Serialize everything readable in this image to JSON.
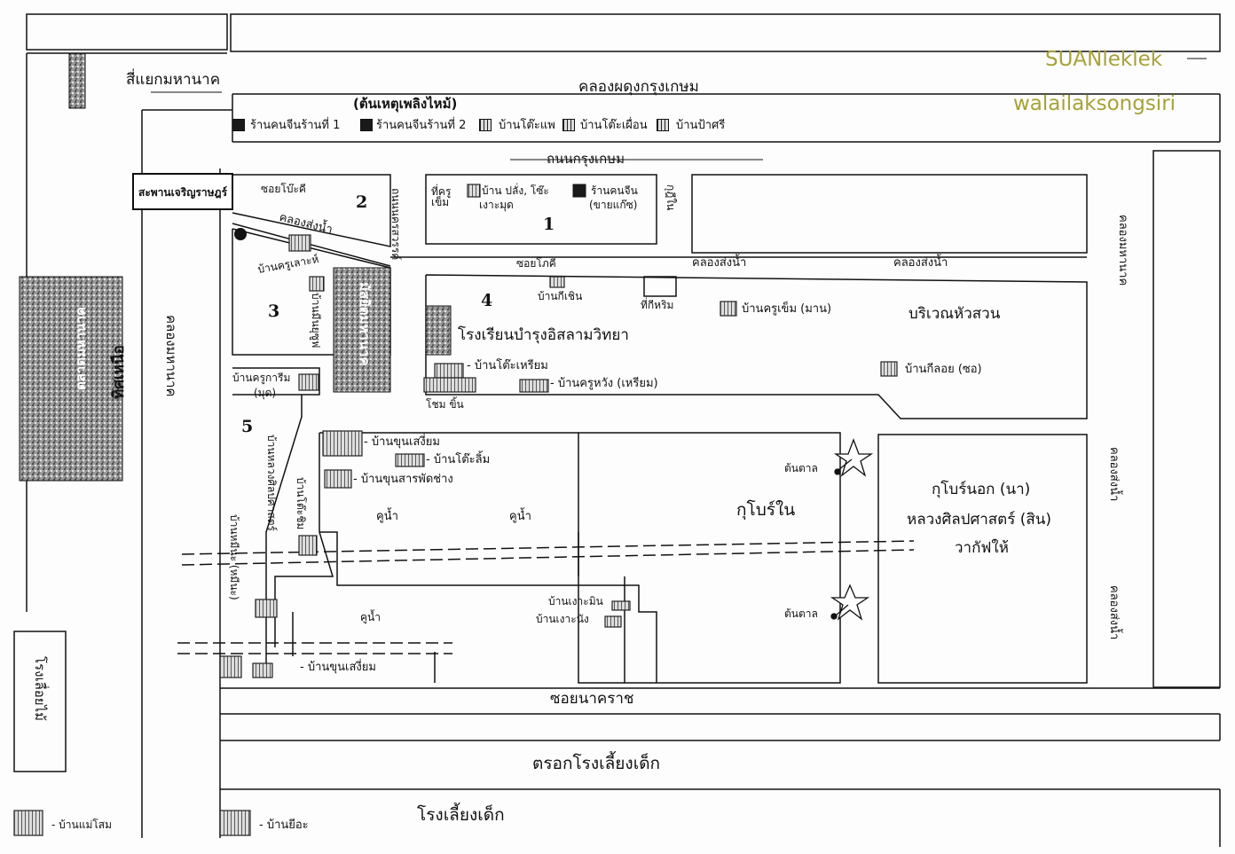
{
  "watermark": {
    "line1": "SUANleklek",
    "line2": "walailaksongsiri"
  },
  "roads": {
    "top_intersection": "สี่แยกมหานาค",
    "canal_phadung": "คลองผดุงกรุงเกษม",
    "fire_origin": "(ต้นเหตุเพลิงไหม้)",
    "krung_kasem_road": "ถนนกรุงเกษม",
    "bridge": "สะพานเจริญราษฎร์",
    "soi_bokhi_1": "ซอยโบ๊ะคี",
    "soi_bokhi_2": "ซอยโภคี",
    "klong_songnam_1": "คลองส่งน้ำ",
    "klong_songnam_2": "คลองส่งน้ำ",
    "klong_songnam_3": "คลองส่งน้ำ",
    "klong_songnam_right_1": "คลองส่งน้ำ",
    "klong_songnam_right_2": "คลองส่งน้ำ",
    "klong_mahanak_left": "คลองมหานาค",
    "klong_mahanak_right": "คลองมหานาค",
    "soi_nakharat": "ซอยนาคราช",
    "trok_orphanage": "ตรอกโรงเลี้ยงเด็ก",
    "orphanage": "โรงเลี้ยงเด็ก",
    "nakhon_rd": "ถนนนครสวรรค์",
    "mahanak_market": "ตลาดมหานาค",
    "north_side": "ทิศเหนือ",
    "rong_len_dai": "โรงเลื่อยไม้"
  },
  "legend": [
    {
      "label": "ร้านคนจีนร้านที่ 1",
      "fill": "#1a1a1a"
    },
    {
      "label": "ร้านคนจีนร้านที่ 2",
      "fill": "#1a1a1a"
    },
    {
      "label": "บ้านโต๊ะแพ",
      "fill": "hatch"
    },
    {
      "label": "บ้านโต๊ะเผื่อน",
      "fill": "hatch"
    },
    {
      "label": "บ้านป้าศรี",
      "fill": "hatch"
    }
  ],
  "zones": {
    "z1": "1",
    "z2": "2",
    "z3": "3",
    "z4": "4",
    "z5": "5"
  },
  "places": {
    "thi_khru_chem": "ที่ครู เข็ม",
    "ban_pleng": "บ้าน ปลั่ง, โซ๊ะ",
    "ban_pleng_2": "เงาะมุด",
    "chinese_shop": "ร้านคนจีน",
    "chinese_shop_2": "(ขายแก๊ซ)",
    "kudi_nai": "กุฎีใน",
    "ban_khru_lao": "บ้านครูเลาะห์",
    "ban_min_yusuf": "บ้านมีนยุซูฟ",
    "mosque": "มัสยิดมหานาค",
    "ban_khi_chuen": "บ้านกีเชิน",
    "thi_ki_rim": "ที่กีหริม",
    "school": "โรงเรียนบำรุงอิสลามวิทยา",
    "ban_khru_chem_man": "บ้านครูเข็ม (มาน)",
    "hua_suan": "บริเวณหัวสวน",
    "ban_to_riam": "- บ้านโต๊ะเหรียม",
    "ban_khru_wang": "- บ้านครูหวัง (เหรียม)",
    "chom_khin": "โชม  ขิ้น",
    "ban_ki_loi": "บ้านกีลอย (ซอ)",
    "ban_khru_karim": "บ้านครูการีม",
    "ban_khru_karim_2": "(มุด)",
    "ban_khun_seng_iam": "- บ้านขุนเสงี่ยม",
    "ban_to_lim": "- บ้านโต๊ะลิ้ม",
    "ban_khun_san": "- บ้านขุนสารพัดช่าง",
    "kunam_1": "คูน้ำ",
    "kunam_2": "คูน้ำ",
    "kunam_3": "คูน้ำ",
    "kudi_bo_nai": "กุโบร์ใน",
    "ton_tan_1": "ต้นตาล",
    "ton_tan_2": "ต้นตาล",
    "kubo_nok_1": "กุโบร์นอก (นา)",
    "kubo_nok_2": "หลวงศิลปศาสตร์ (สิน)",
    "kubo_nok_3": "วากัฟให้",
    "ban_luang_sin": "บ้านหลวงศิลปศาสตร์",
    "ban_to_chim": "บ้านโต๊ะชิม",
    "ban_mae_phan": "บ้านหมีนะ (หมีนะ)",
    "ban_ngao_min": "บ้านเงาะมิน",
    "ban_ngao_nang": "บ้านเงาะนัง",
    "ban_khun_seng_iam_2": "- บ้านขุนเสงี่ยม",
    "ban_mae_som": "- บ้านแม่โสม",
    "ban_yi_a": "- บ้านยีอะ"
  },
  "colors": {
    "line": "#111111",
    "watermark": "#a7a238",
    "dark_block": "#1a1a1a"
  }
}
